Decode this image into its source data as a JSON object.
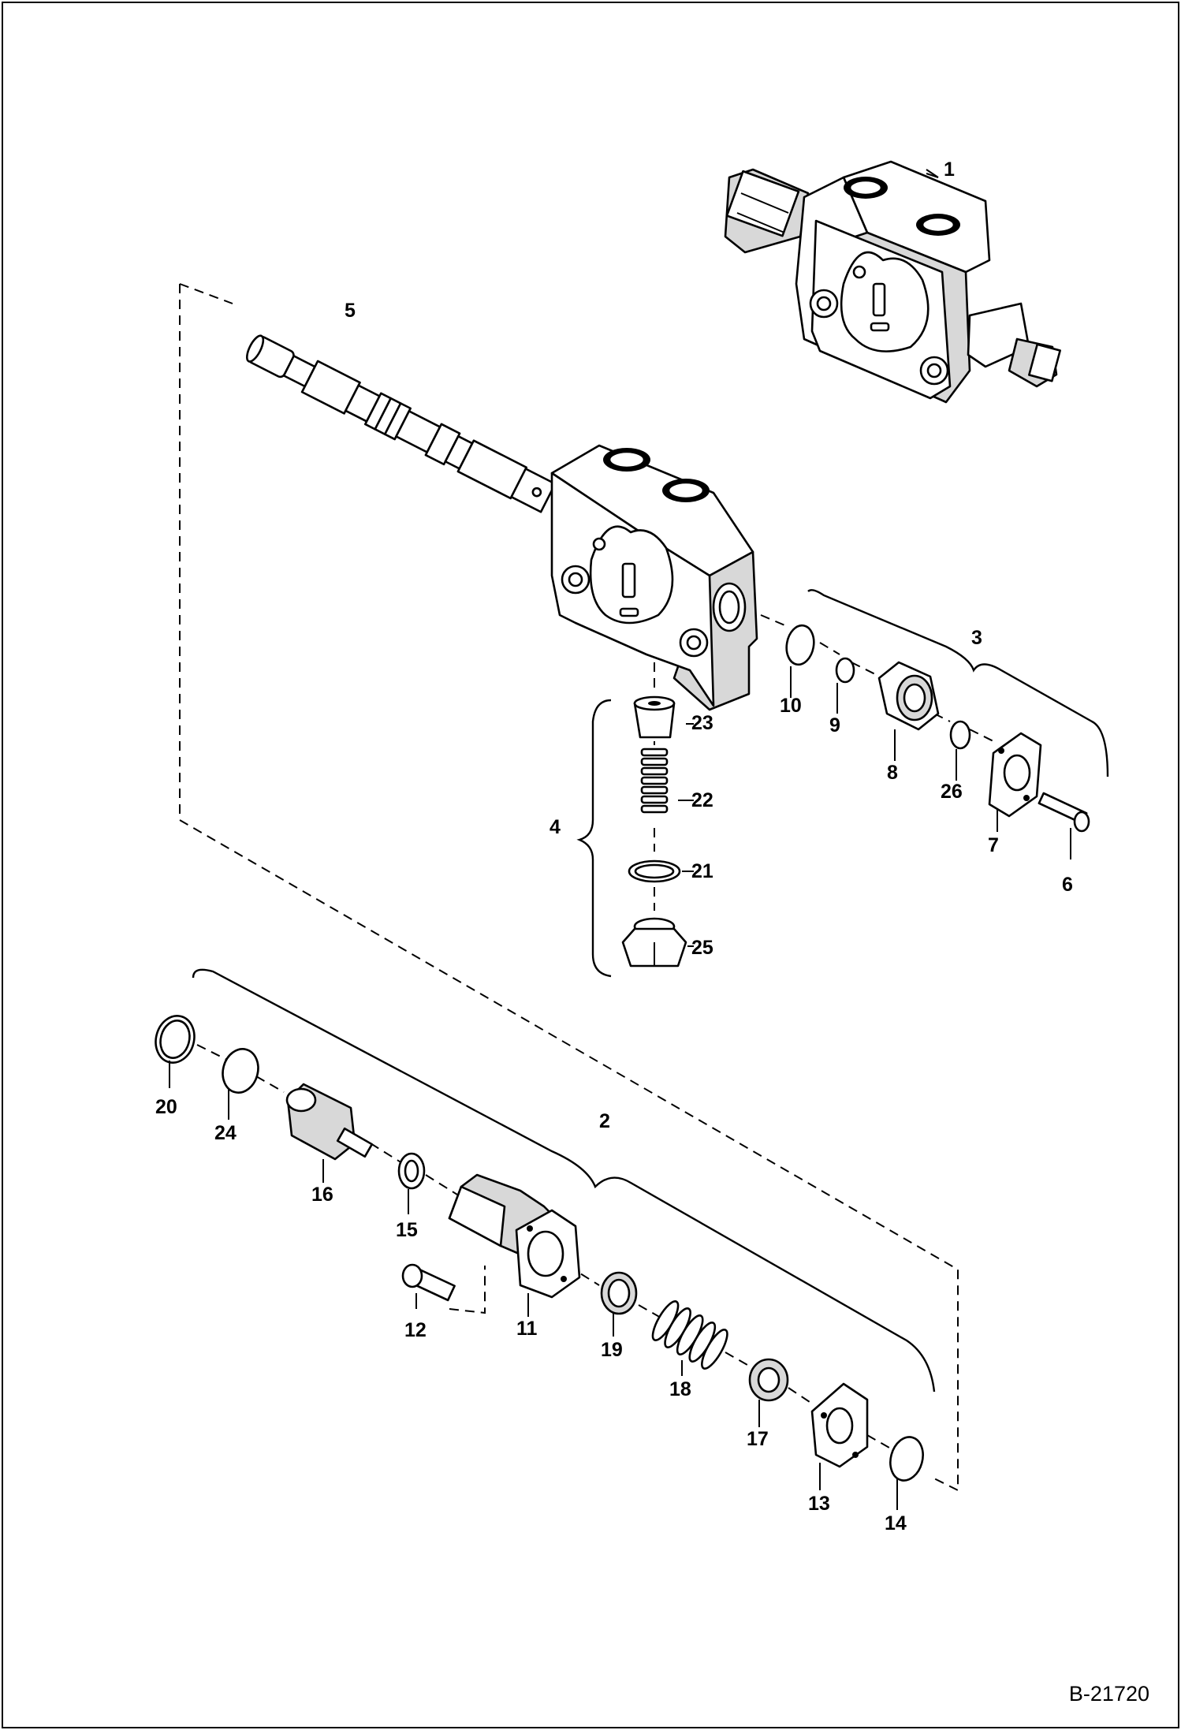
{
  "figure_id": "B-21720",
  "part_numbers": [
    "1",
    "2",
    "3",
    "4",
    "5",
    "6",
    "7",
    "8",
    "9",
    "10",
    "11",
    "12",
    "13",
    "14",
    "15",
    "16",
    "17",
    "18",
    "19",
    "20",
    "21",
    "22",
    "23",
    "24",
    "25",
    "26"
  ]
}
